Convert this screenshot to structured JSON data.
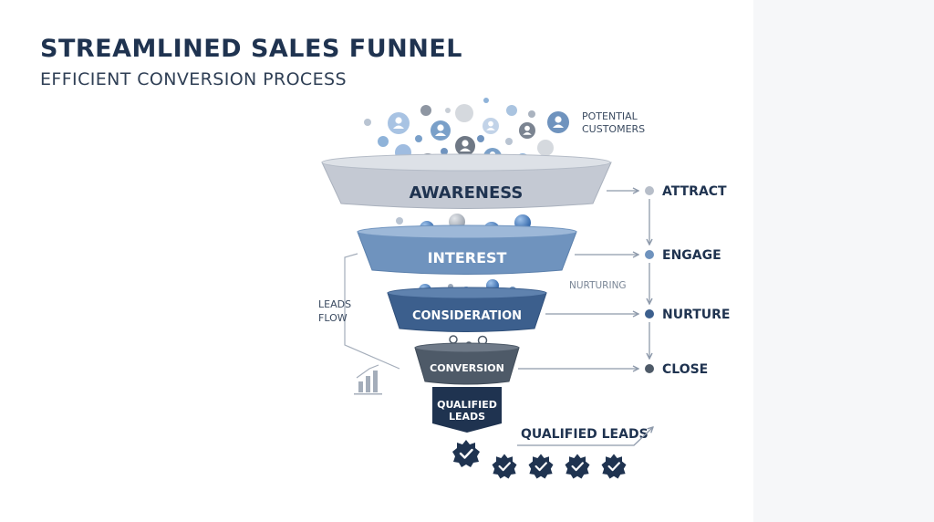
{
  "header": {
    "title": "STREAMLINED SALES FUNNEL",
    "subtitle": "EFFICIENT CONVERSION PROCESS"
  },
  "top_label": {
    "line1": "POTENTIAL",
    "line2": "CUSTOMERS"
  },
  "stages": [
    {
      "label": "AWARENESS",
      "color": "#c4c9d3"
    },
    {
      "label": "INTEREST",
      "color": "#6f93be"
    },
    {
      "label": "CONSIDERATION",
      "color": "#3c5f8d"
    },
    {
      "label": "CONVERSION",
      "color": "#4e5a68"
    }
  ],
  "bottom_stage": {
    "line1": "QUALIFIED",
    "line2": "LEADS",
    "color": "#1f3350"
  },
  "steps": [
    "ATTRACT",
    "ENGAGE",
    "NURTURE",
    "CLOSE"
  ],
  "nurturing_label": "NURTURING",
  "leads_flow": {
    "line1": "LEADS",
    "line2": "FLOW"
  },
  "qualified_leads_label": "QUALIFIED LEADS",
  "icons": {
    "people": "person-bubble-icon",
    "chart": "bar-chart-icon",
    "badge": "check-badge-icon"
  }
}
